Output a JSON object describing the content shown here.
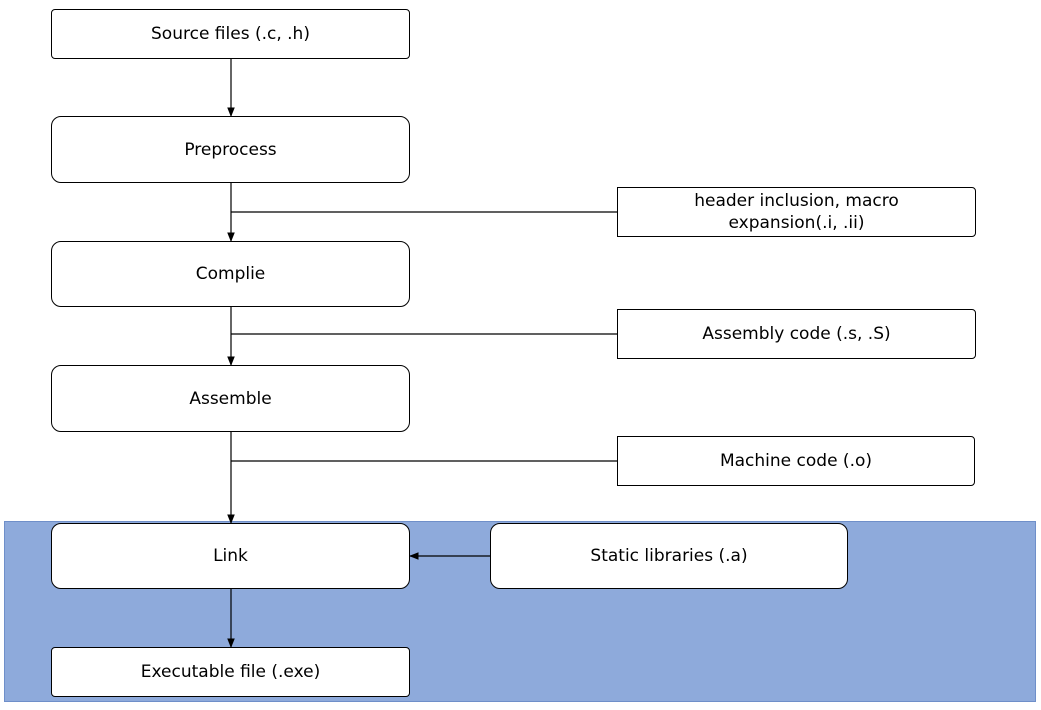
{
  "diagram": {
    "steps": {
      "source": "Source files (.c, .h)",
      "preprocess": "Preprocess",
      "compile": "Complie",
      "assemble": "Assemble",
      "link": "Link",
      "executable": "Executable file (.exe)"
    },
    "outputs": {
      "preprocess_output": "header inclusion, macro expansion(.i, .ii)",
      "compile_output": "Assembly code (.s, .S)",
      "assemble_output": "Machine code (.o)"
    },
    "inputs": {
      "static_libraries": "Static libraries (.a)"
    },
    "highlight_color": "#8eaadb"
  }
}
